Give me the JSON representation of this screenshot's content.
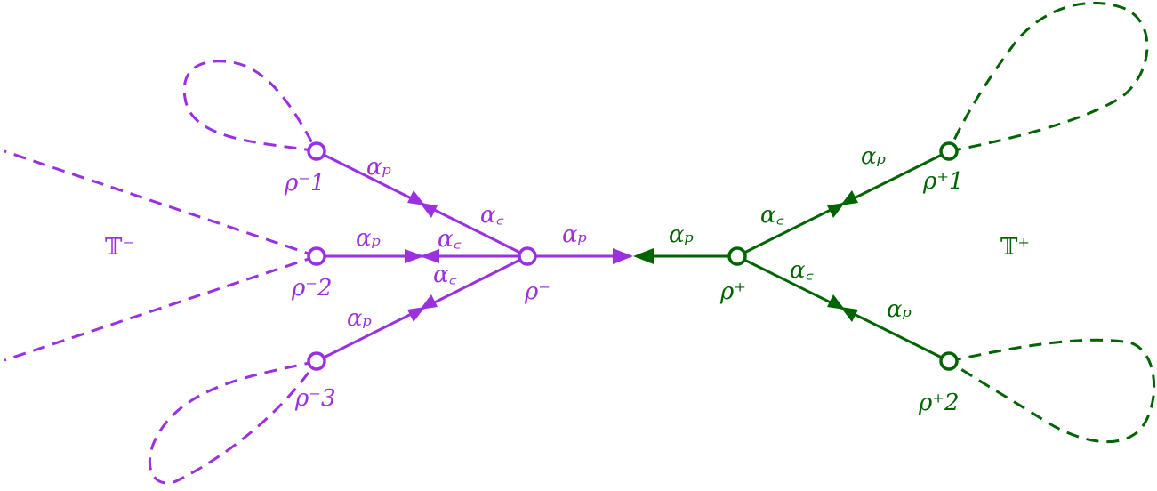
{
  "colors": {
    "minus_side": "#9b30e0",
    "plus_side": "#006400"
  },
  "nodes": {
    "rho_minus": "ρ⁻",
    "rho_minus_1": "ρ⁻1",
    "rho_minus_2": "ρ⁻2",
    "rho_minus_3": "ρ⁻3",
    "rho_plus": "ρ⁺",
    "rho_plus_1": "ρ⁺1",
    "rho_plus_2": "ρ⁺2"
  },
  "regions": {
    "t_minus": "𝕋⁻",
    "t_plus": "𝕋⁺"
  },
  "edge_labels": {
    "alpha_p": "αₚ",
    "alpha_c": "α꜀"
  }
}
